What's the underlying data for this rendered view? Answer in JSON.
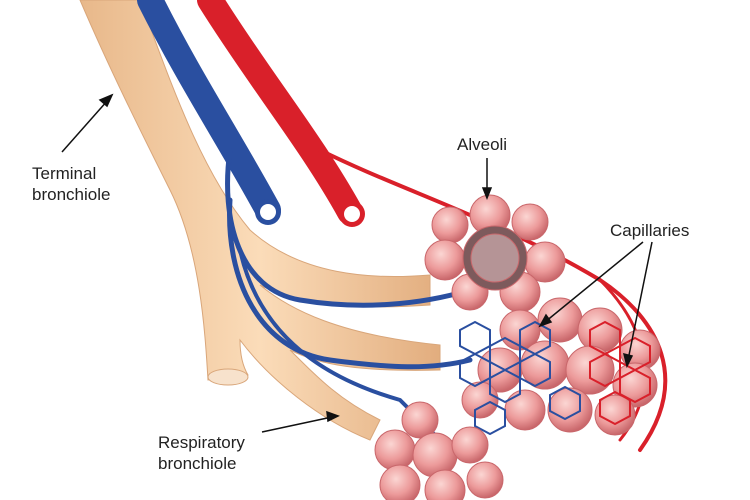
{
  "labels": {
    "terminal_bronchiole": [
      "Terminal",
      "bronchiole"
    ],
    "alveoli": "Alveoli",
    "capillaries": "Capillaries",
    "respiratory_bronchiole": [
      "Respiratory",
      "bronchiole"
    ]
  },
  "colors": {
    "bronchiole": "#f2c9a0",
    "vein": "#2a4fa0",
    "artery": "#d9202a",
    "alveoli": "#ec9a9a"
  }
}
